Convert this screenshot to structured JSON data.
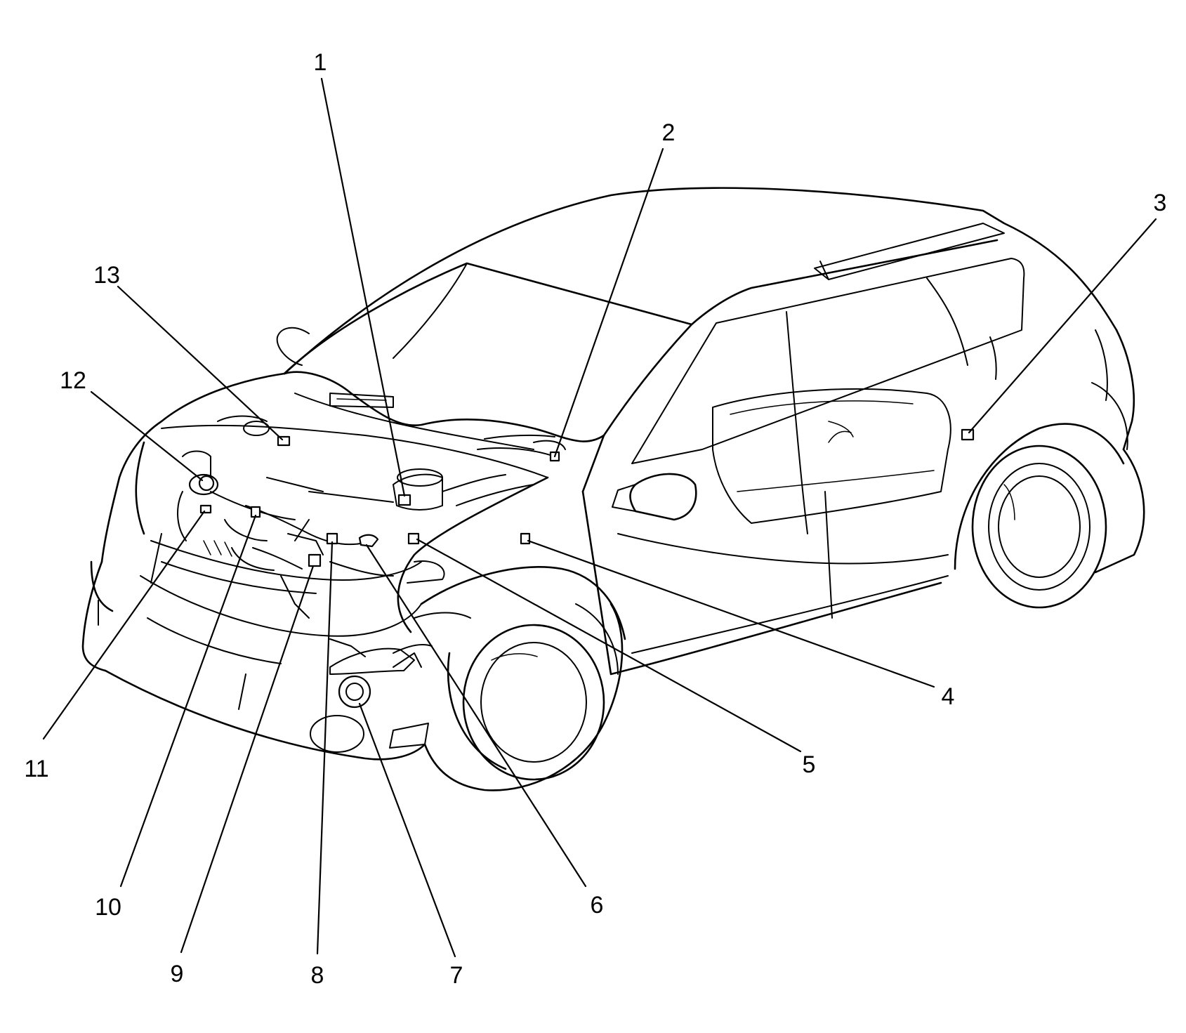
{
  "figure": {
    "style": "line-art vehicle component locator",
    "callouts": [
      {
        "id": "1",
        "label": "1"
      },
      {
        "id": "2",
        "label": "2"
      },
      {
        "id": "3",
        "label": "3"
      },
      {
        "id": "4",
        "label": "4"
      },
      {
        "id": "5",
        "label": "5"
      },
      {
        "id": "6",
        "label": "6"
      },
      {
        "id": "7",
        "label": "7"
      },
      {
        "id": "8",
        "label": "8"
      },
      {
        "id": "9",
        "label": "9"
      },
      {
        "id": "10",
        "label": "10"
      },
      {
        "id": "11",
        "label": "11"
      },
      {
        "id": "12",
        "label": "12"
      },
      {
        "id": "13",
        "label": "13"
      }
    ]
  }
}
